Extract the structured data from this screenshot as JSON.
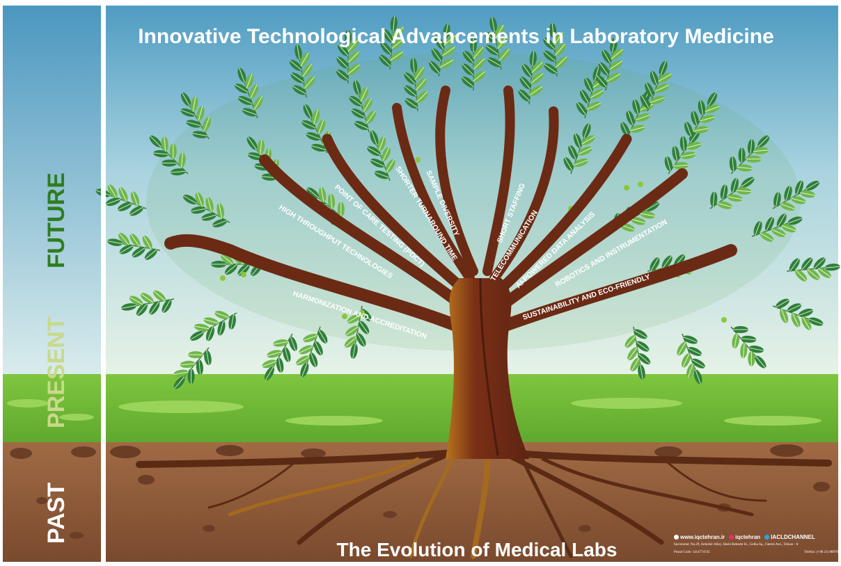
{
  "title": "Innovative Technological Advancements in Laboratory Medicine",
  "subtitle": "The Evolution of Medical Labs",
  "timeline": {
    "future": "FUTURE",
    "present": "PRESENT",
    "past": "PAST"
  },
  "branches": [
    "HIGH THROUGHPUT TECHNOLOGIES",
    "POINT OF CARE TESTING (POCT)",
    "SHORTER TURNAROUND TIME",
    "SAMPLE DIVERSITY",
    "HARMONIZATION AND ACCREDITATION",
    "SHORT STAFFING",
    "TELECOMMUNICATION",
    "AI-POWERED DATA ANALYSIS",
    "ROBOTICS AND INSTRUMENTATION",
    "SUSTAINABILITY AND ECO-FRIENDLY"
  ],
  "footer": {
    "website": "www.iqctehran.ir",
    "instagram": "iqctehran",
    "telegram": "IACLDCHANNEL",
    "address": "Secretariat: No.29, Ardeshir Alley, Hashi Behesht St., Golha Sq., Fatemi Ave., Tehran - Ir",
    "postal": "Postal Code: 1414774745",
    "telefax": "Telefax: (+98 21) 88970"
  },
  "colors": {
    "future": "#2e7d1f",
    "present": "#c9d98a",
    "past": "#ffffff",
    "trunk": "#6b2a14",
    "leaf": "#3f8f3a",
    "sky_top": "#4f9cc2",
    "grass": "#7cc23e",
    "soil": "#8a5a3c"
  }
}
